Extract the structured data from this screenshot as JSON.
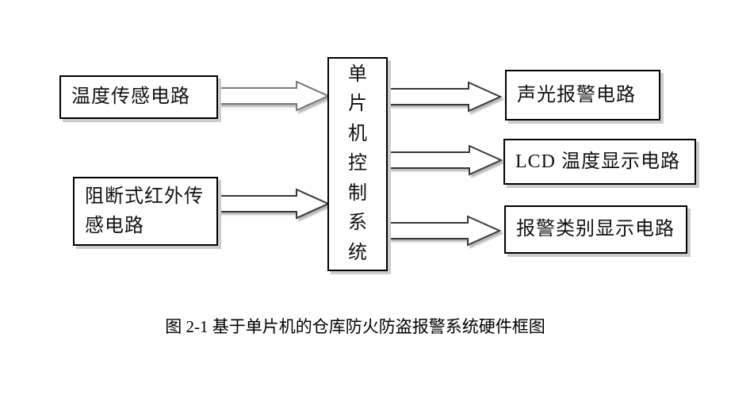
{
  "diagram": {
    "left_boxes": [
      {
        "label": "温度传感电路"
      },
      {
        "label": "阻断式红外传感电路"
      }
    ],
    "center_box": {
      "label": "单片机控制系统"
    },
    "right_boxes": [
      {
        "label": "声光报警电路"
      },
      {
        "label": "LCD 温度显示电路"
      },
      {
        "label": "报警类别显示电路"
      }
    ],
    "caption": "图 2-1 基于单片机的仓库防火防盗报警系统硬件框图",
    "colors": {
      "background": "#ffffff",
      "box_border": "#000000",
      "box_fill": "#ffffff",
      "box_shadow": "#cccccc",
      "arrow_fill": "#ffffff",
      "arrow_outline_left": "#787878",
      "arrow_outline_right": "#383838"
    }
  }
}
